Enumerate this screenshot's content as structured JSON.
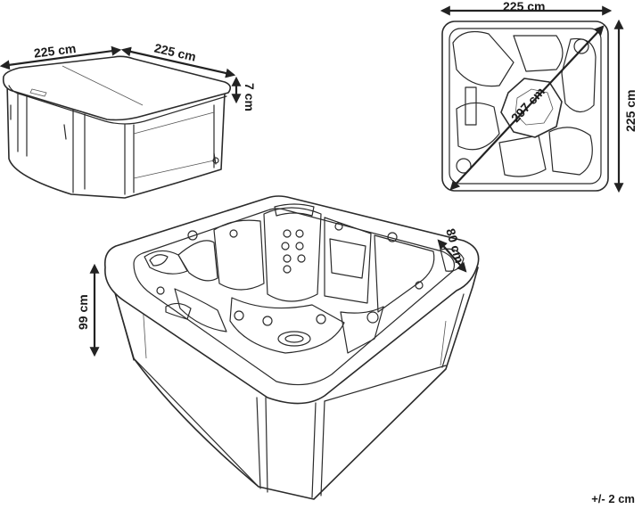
{
  "dimensions": {
    "cover_width": "225 cm",
    "cover_depth": "225 cm",
    "cover_thickness": "7 cm",
    "top_width": "225 cm",
    "top_depth": "225 cm",
    "diagonal": "297 cm",
    "height": "99 cm",
    "seat_depth": "80 cm"
  },
  "tolerance": "+/- 2 cm"
}
